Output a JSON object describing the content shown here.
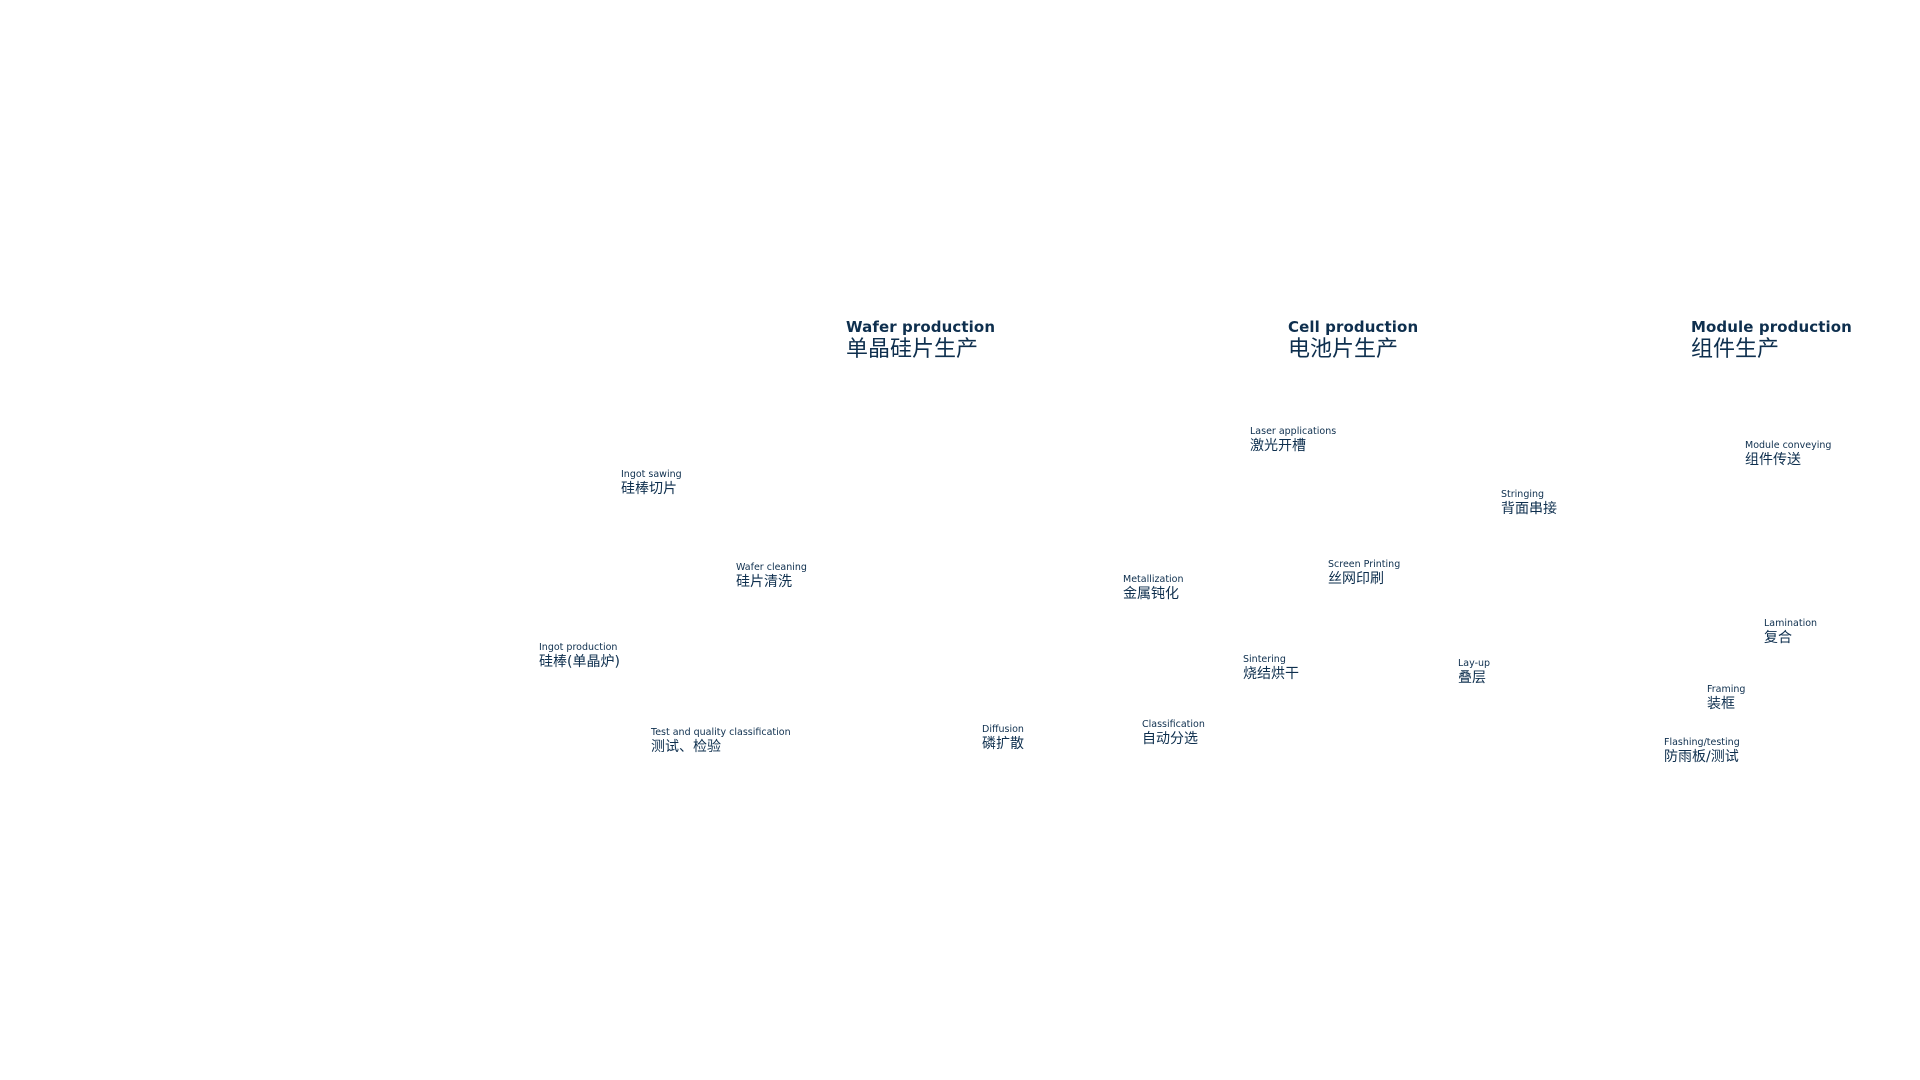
{
  "sections": [
    {
      "en": "Wafer production",
      "zh": "单晶硅片生产"
    },
    {
      "en": "Cell production",
      "zh": "电池片生产"
    },
    {
      "en": "Module production",
      "zh": "组件生产"
    }
  ],
  "wafer_steps": [
    {
      "en": "Ingot sawing",
      "zh": "硅棒切片"
    },
    {
      "en": "Wafer cleaning",
      "zh": "硅片清洗"
    },
    {
      "en": "Ingot production",
      "zh": "硅棒(单晶炉)"
    },
    {
      "en": "Test and quality classification",
      "zh": "测试、检验"
    },
    {
      "en": "Diffusion",
      "zh": "磷扩散"
    }
  ],
  "cell_steps": [
    {
      "en": "Laser applications",
      "zh": "激光开槽"
    },
    {
      "en": "Metallization",
      "zh": "金属钝化"
    },
    {
      "en": "Screen Printing",
      "zh": "丝网印刷"
    },
    {
      "en": "Sintering",
      "zh": "烧结烘干"
    },
    {
      "en": "Classification",
      "zh": "自动分选"
    }
  ],
  "module_steps": [
    {
      "en": "Stringing",
      "zh": "背面串接"
    },
    {
      "en": "Lay-up",
      "zh": "叠层"
    },
    {
      "en": "Module conveying",
      "zh": "组件传送"
    },
    {
      "en": "Lamination",
      "zh": "复合"
    },
    {
      "en": "Framing",
      "zh": "装框"
    },
    {
      "en": "Flashing/testing",
      "zh": "防雨板/测试"
    }
  ],
  "colors": {
    "text": "#0e2f4e",
    "background": "#ffffff"
  }
}
